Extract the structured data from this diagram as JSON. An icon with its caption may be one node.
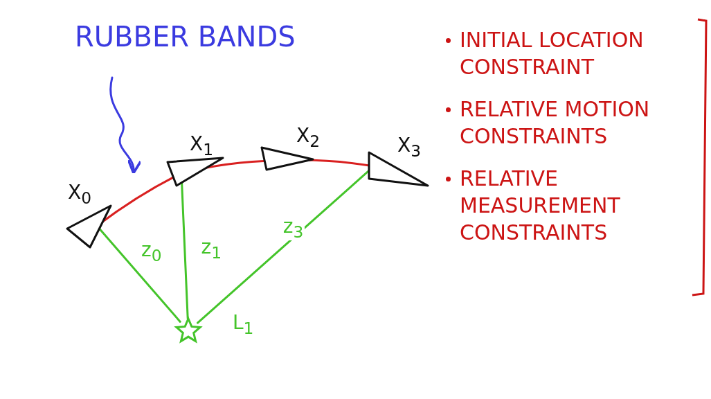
{
  "diagram": {
    "nodes": [
      {
        "text": [
          "X$_{0}$"
        ]
      },
      {
        "text": [
          "X$_{1}$"
        ]
      },
      {
        "text": [
          "X$_{2}$"
        ]
      },
      {
        "text": [
          "X$_{3}$"
        ]
      },
      {
        "text": [
          "L$_{1}$"
        ]
      },
      {
        "text": [
          "RUBBER BANDS"
        ]
      }
    ],
    "edges": [
      {
        "from": 0,
        "to": 1,
        "arrow": "none",
        "color": "#d92020"
      },
      {
        "from": 1,
        "to": 2,
        "arrow": "none",
        "color": "#d92020"
      },
      {
        "from": 2,
        "to": 3,
        "arrow": "none",
        "color": "#d92020"
      },
      {
        "from": 0,
        "to": 4,
        "arrow": "none",
        "label": "z$_{0}$",
        "color": "#44c42a"
      },
      {
        "from": 1,
        "to": 4,
        "arrow": "none",
        "label": "z$_{1}$",
        "color": "#44c42a"
      },
      {
        "from": 3,
        "to": 4,
        "arrow": "none",
        "label": "z$_{3}$",
        "color": "#44c42a"
      },
      {
        "from": 5,
        "to": null,
        "arrow": "to",
        "color": "#3b3be0"
      }
    ],
    "labels": [
      "INITIAL LOCATION CONSTRAINT",
      "RELATIVE MOTION CONSTRAINTS",
      "RELATIVE MEASUREMENT CONSTRAINTS"
    ]
  }
}
